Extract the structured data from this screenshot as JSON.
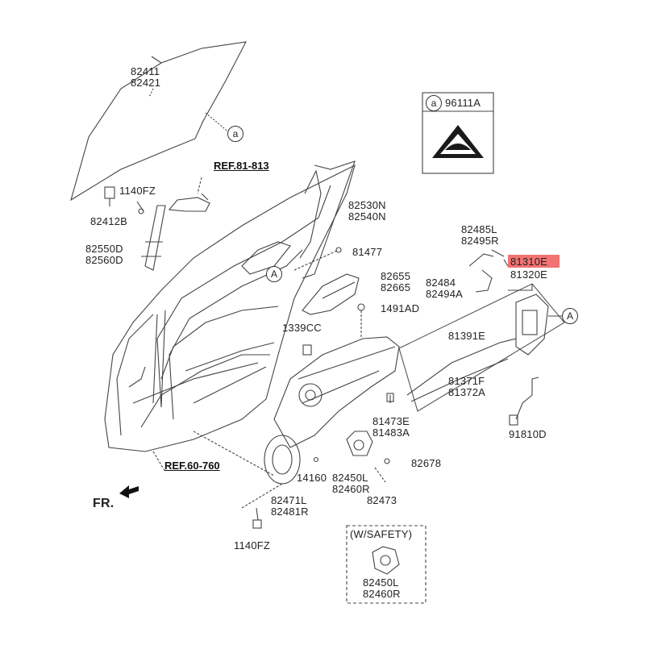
{
  "colors": {
    "highlight": "#f05a5a",
    "line": "#555555",
    "text": "#222222"
  },
  "labels": {
    "glass": [
      "82411",
      "82421"
    ],
    "circle_a_glass": "a",
    "ref_81_813": "REF.81-813",
    "bolt_1140fz_top": "1140FZ",
    "clip_82412b": "82412B",
    "channel_82530n": [
      "82530N",
      "82540N"
    ],
    "sash_82550d": [
      "82550D",
      "82560D"
    ],
    "bolt_81477": "81477",
    "circle_A_door": "A",
    "handle_82655": [
      "82655",
      "82665"
    ],
    "bolt_1491ad": "1491AD",
    "nut_1339cc": "1339CC",
    "ref_60_760": "REF.60-760",
    "fr": "FR.",
    "label_96111a": "96111A",
    "circle_a_label": "a",
    "rod_82485l": [
      "82485L",
      "82495R"
    ],
    "latch_81310e": "81310E",
    "latch_81320e": "81320E",
    "bracket_82484": [
      "82484",
      "82494A"
    ],
    "circle_A_latch": "A",
    "cable_81391e": "81391E",
    "cable_81371f": [
      "81371F",
      "81372A"
    ],
    "wire_91810d": "91810D",
    "bolt_81473e": [
      "81473E",
      "81483A"
    ],
    "bolt_82678": "82678",
    "clip_14160": "14160",
    "motor_82450l": [
      "82450L",
      "82460R"
    ],
    "bolt_82473": "82473",
    "speaker_82471l": [
      "82471L",
      "82481R"
    ],
    "bolt_1140fz_bottom": "1140FZ",
    "safety_title": "(W/SAFETY)",
    "safety_motor": [
      "82450L",
      "82460R"
    ]
  }
}
